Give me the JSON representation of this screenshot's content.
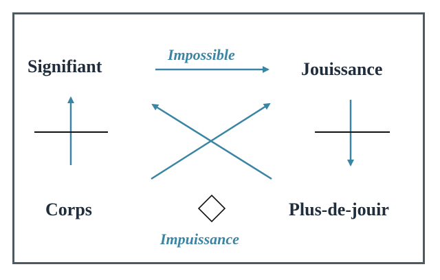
{
  "terms": {
    "top_left": "Signifiant",
    "top_right": "Jouissance",
    "bottom_left": "Corps",
    "bottom_right": "Plus-de-jouir"
  },
  "relations": {
    "top": "Impossible",
    "bottom": "Impuissance"
  },
  "colors": {
    "arrow": "#3a85a3",
    "frame": "#4f5a60",
    "text": "#1f2d3d"
  },
  "icons": {
    "center": "lozenge-icon"
  }
}
